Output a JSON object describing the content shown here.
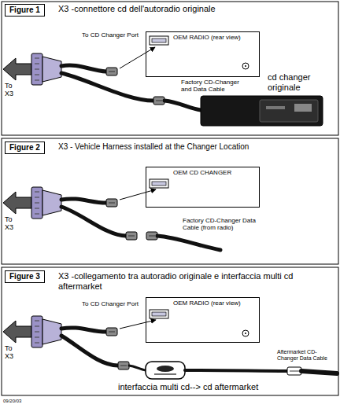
{
  "diagram": {
    "nodes": [
      {
        "text": [
          "Figure 1"
        ]
      },
      {
        "text": [
          "OEM RADIO (rear view)"
        ]
      },
      {
        "text": [
          "Figure 2"
        ]
      },
      {
        "text": [
          "OEM CD CHANGER"
        ]
      },
      {
        "text": [
          "Figure 3"
        ]
      },
      {
        "text": [
          "OEM RADIO (rear view)"
        ]
      }
    ],
    "labels": [
      "X3 -connettore cd dell'autoradio originale",
      "To CD Changer Port",
      "To X3",
      "Factory CD-Changer and Data Cable",
      "cd changer originale",
      "X3 - Vehicle Harness installed at the Changer Location",
      "To X3",
      "Factory CD-Changer Data Cable (from radio)",
      "X3 -collegamento tra autoradio originale e interfaccia multi cd aftermarket",
      "To CD Changer Port",
      "To X3",
      "Aftermarket CD-Changer Data Cable",
      "interfaccia multi cd--> cd aftermarket",
      "09/20/03"
    ]
  }
}
